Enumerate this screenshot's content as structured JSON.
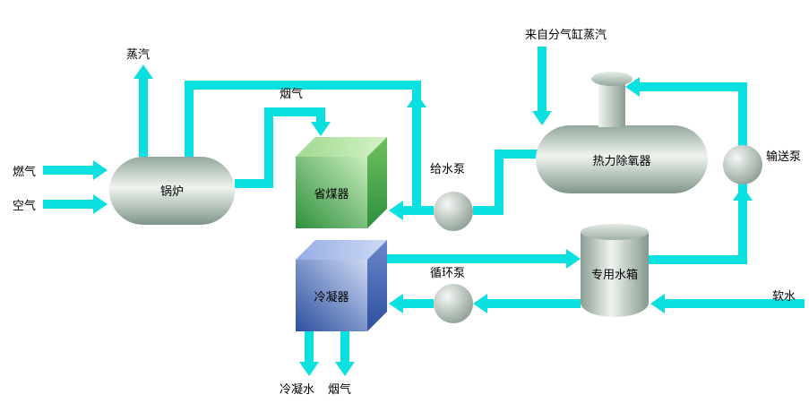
{
  "colors": {
    "pipe": "#0ae0e0",
    "economizer_green": "#2e8f3e",
    "condenser_blue": "#2c4f9e"
  },
  "labels": {
    "fuel_gas": "燃气",
    "air": "空气",
    "steam": "蒸汽",
    "flue_gas_top": "烟气",
    "boiler": "锅炉",
    "economizer": "省煤器",
    "condenser": "冷凝器",
    "feed_pump": "给水泵",
    "from_cylinder_steam": "来自分气缸蒸汽",
    "deaerator": "热力除氧器",
    "transfer_pump": "输送泵",
    "dedicated_tank": "专用水箱",
    "soft_water": "软水",
    "circulation_pump": "循环泵",
    "condensate_water": "冷凝水",
    "flue_gas_bottom": "烟气"
  }
}
